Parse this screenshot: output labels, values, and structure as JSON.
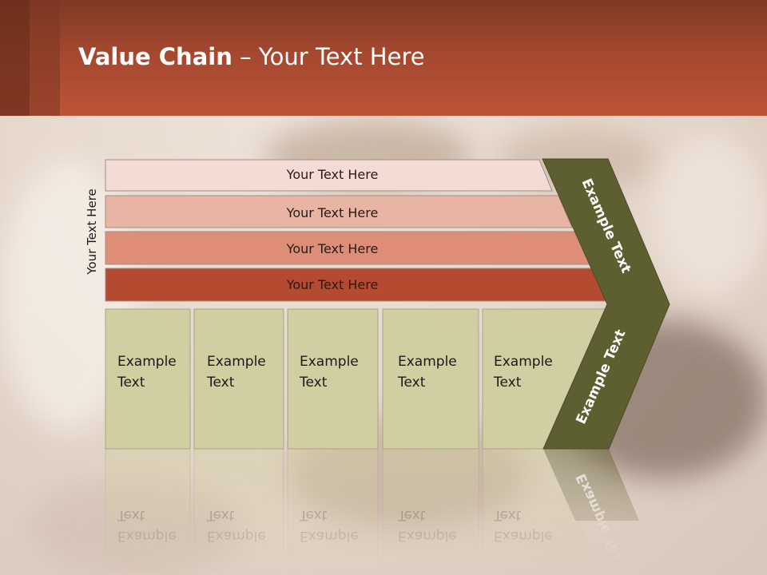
{
  "slide": {
    "title_bold": "Value Chain",
    "title_rest": " – Your Text Here",
    "side_label": "Your Text Here"
  },
  "rows": [
    {
      "label": "Your Text Here",
      "color": "#f4dbd3"
    },
    {
      "label": "Your Text Here",
      "color": "#e8b4a3"
    },
    {
      "label": "Your Text Here",
      "color": "#de8e77"
    },
    {
      "label": "Your Text Here",
      "color": "#b44a30"
    }
  ],
  "columns": [
    {
      "line1": "Example",
      "line2": "Text"
    },
    {
      "line1": "Example",
      "line2": "Text"
    },
    {
      "line1": "Example",
      "line2": "Text"
    },
    {
      "line1": "Example",
      "line2": "Text"
    },
    {
      "line1": "Example",
      "line2": "Text"
    }
  ],
  "arrow": {
    "upper_text": "Example Text",
    "lower_text": "Example Text",
    "color": "#5e5f31"
  },
  "colors": {
    "column_fill": "#d1cfa1",
    "header_dark": "#7e3a24",
    "header_light": "#bd5339"
  }
}
